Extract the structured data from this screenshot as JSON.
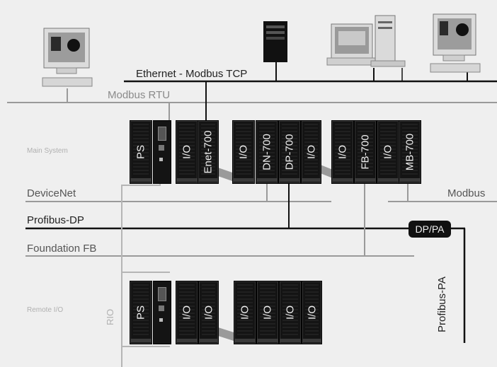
{
  "buses": {
    "ethernet": "Ethernet - Modbus TCP",
    "modbus_rtu": "Modbus RTU",
    "devicenet": "DeviceNet",
    "profibus_dp": "Profibus-DP",
    "foundation_fb": "Foundation FB",
    "modbus": "Modbus",
    "profibus_pa": "Profibus-PA"
  },
  "gateway": {
    "label": "DP/PA"
  },
  "systems": {
    "main": "Main System",
    "remote": "Remote I/O",
    "rio": "RIO"
  },
  "main_rack": {
    "group1": [
      "PS",
      "I/O",
      "Enet-700"
    ],
    "group2": [
      "I/O",
      "DN-700",
      "DP-700",
      "I/O"
    ],
    "group3": [
      "I/O",
      "FB-700",
      "I/O",
      "MB-700"
    ]
  },
  "remote_rack": {
    "group1": [
      "PS",
      "I/O",
      "I/O"
    ],
    "group2": [
      "I/O",
      "I/O",
      "I/O",
      "I/O"
    ]
  },
  "icons": [
    "workstation-icon",
    "server-tower-icon",
    "desktop-computer-icon",
    "workstation-icon"
  ]
}
